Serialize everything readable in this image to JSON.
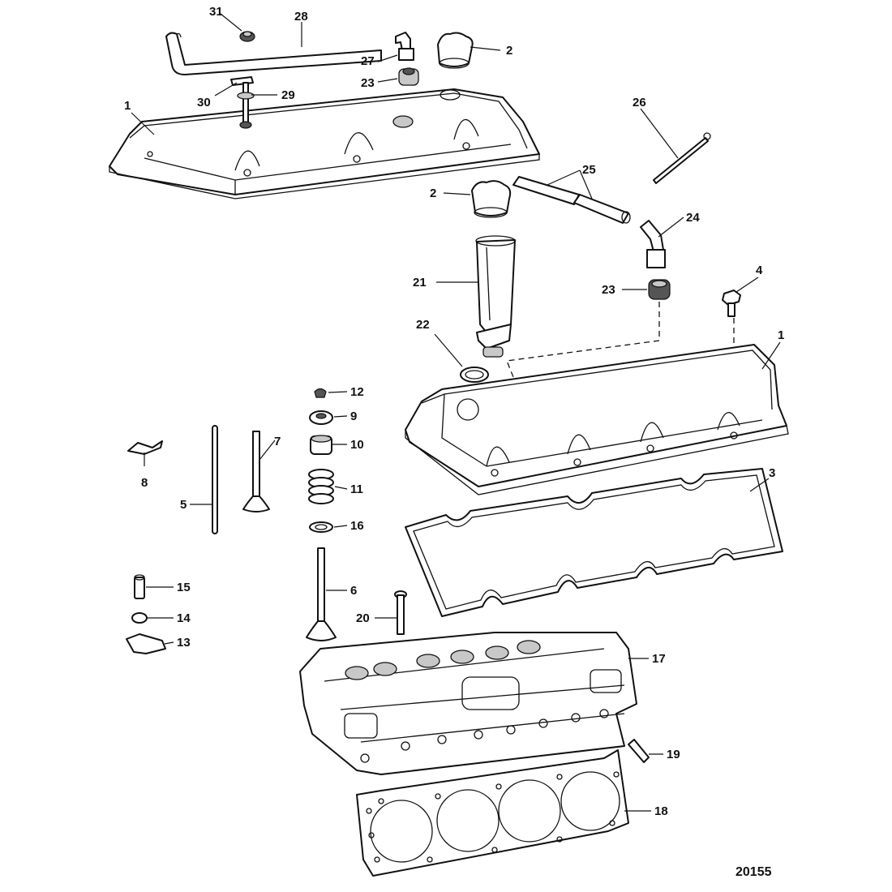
{
  "figure_number": "20155",
  "colors": {
    "ink": "#111111",
    "background": "#ffffff",
    "shade": "#c8c8c8"
  },
  "callouts": [
    "31",
    "28",
    "27",
    "2",
    "23",
    "30",
    "29",
    "1",
    "26",
    "25",
    "2",
    "24",
    "21",
    "23",
    "4",
    "22",
    "1",
    "12",
    "9",
    "7",
    "10",
    "8",
    "11",
    "5",
    "3",
    "16",
    "15",
    "6",
    "14",
    "20",
    "13",
    "17",
    "19",
    "18"
  ]
}
